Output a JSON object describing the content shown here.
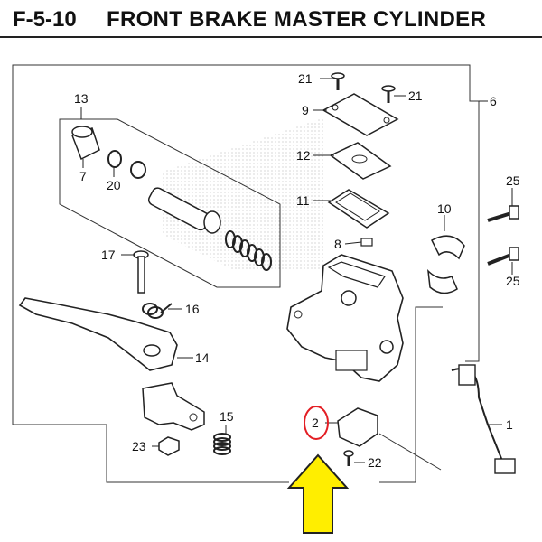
{
  "header": {
    "code": "F-5-10",
    "title": "FRONT BRAKE MASTER CYLINDER"
  },
  "labels": {
    "p1": "1",
    "p2": "2",
    "p6": "6",
    "p7": "7",
    "p8": "8",
    "p9": "9",
    "p10": "10",
    "p11": "11",
    "p12": "12",
    "p13": "13",
    "p14": "14",
    "p15": "15",
    "p16": "16",
    "p17": "17",
    "p20": "20",
    "p21a": "21",
    "p21b": "21",
    "p22": "22",
    "p23": "23",
    "p25a": "25",
    "p25b": "25"
  },
  "highlight": {
    "circle_color": "#e31e24",
    "arrow_fill": "#ffee00",
    "arrow_stroke": "#222222"
  }
}
